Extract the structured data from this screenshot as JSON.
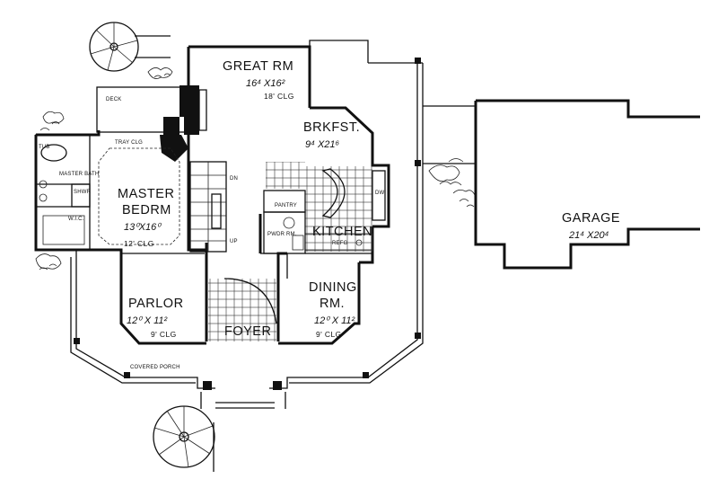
{
  "rooms": {
    "great_rm": {
      "name": "GREAT RM",
      "size": "16⁴ X16²",
      "ceiling": "18' CLG"
    },
    "brkfst": {
      "name": "BRKFST.",
      "size": "9⁴ X21⁶"
    },
    "kitchen": {
      "name": "KITCHEN"
    },
    "master_bedrm": {
      "name_line1": "MASTER",
      "name_line2": "BEDRM",
      "size": "13⁰X16⁰",
      "ceiling": "12' CLG"
    },
    "parlor": {
      "name": "PARLOR",
      "size": "12⁰ X 11²",
      "ceiling": "9' CLG"
    },
    "dining_rm": {
      "name_line1": "DINING",
      "name_line2": "RM.",
      "size": "12⁰ X 11²",
      "ceiling": "9' CLG"
    },
    "foyer": {
      "name": "FOYER"
    },
    "garage": {
      "name": "GARAGE",
      "size": "21⁴ X20⁴"
    }
  },
  "small_labels": {
    "deck": "DECK",
    "tray_clg": "TRAY CLG",
    "tub": "TUB",
    "master_bath": "MASTER BATH",
    "shwr": "SHWR",
    "wic": "W.I.C.",
    "pantry": "PANTRY",
    "pwdr_rm": "PWDR RM.",
    "refg": "REFG",
    "dn": "DN",
    "up": "UP",
    "dw": "DW",
    "covered_porch": "COVERED PORCH"
  }
}
